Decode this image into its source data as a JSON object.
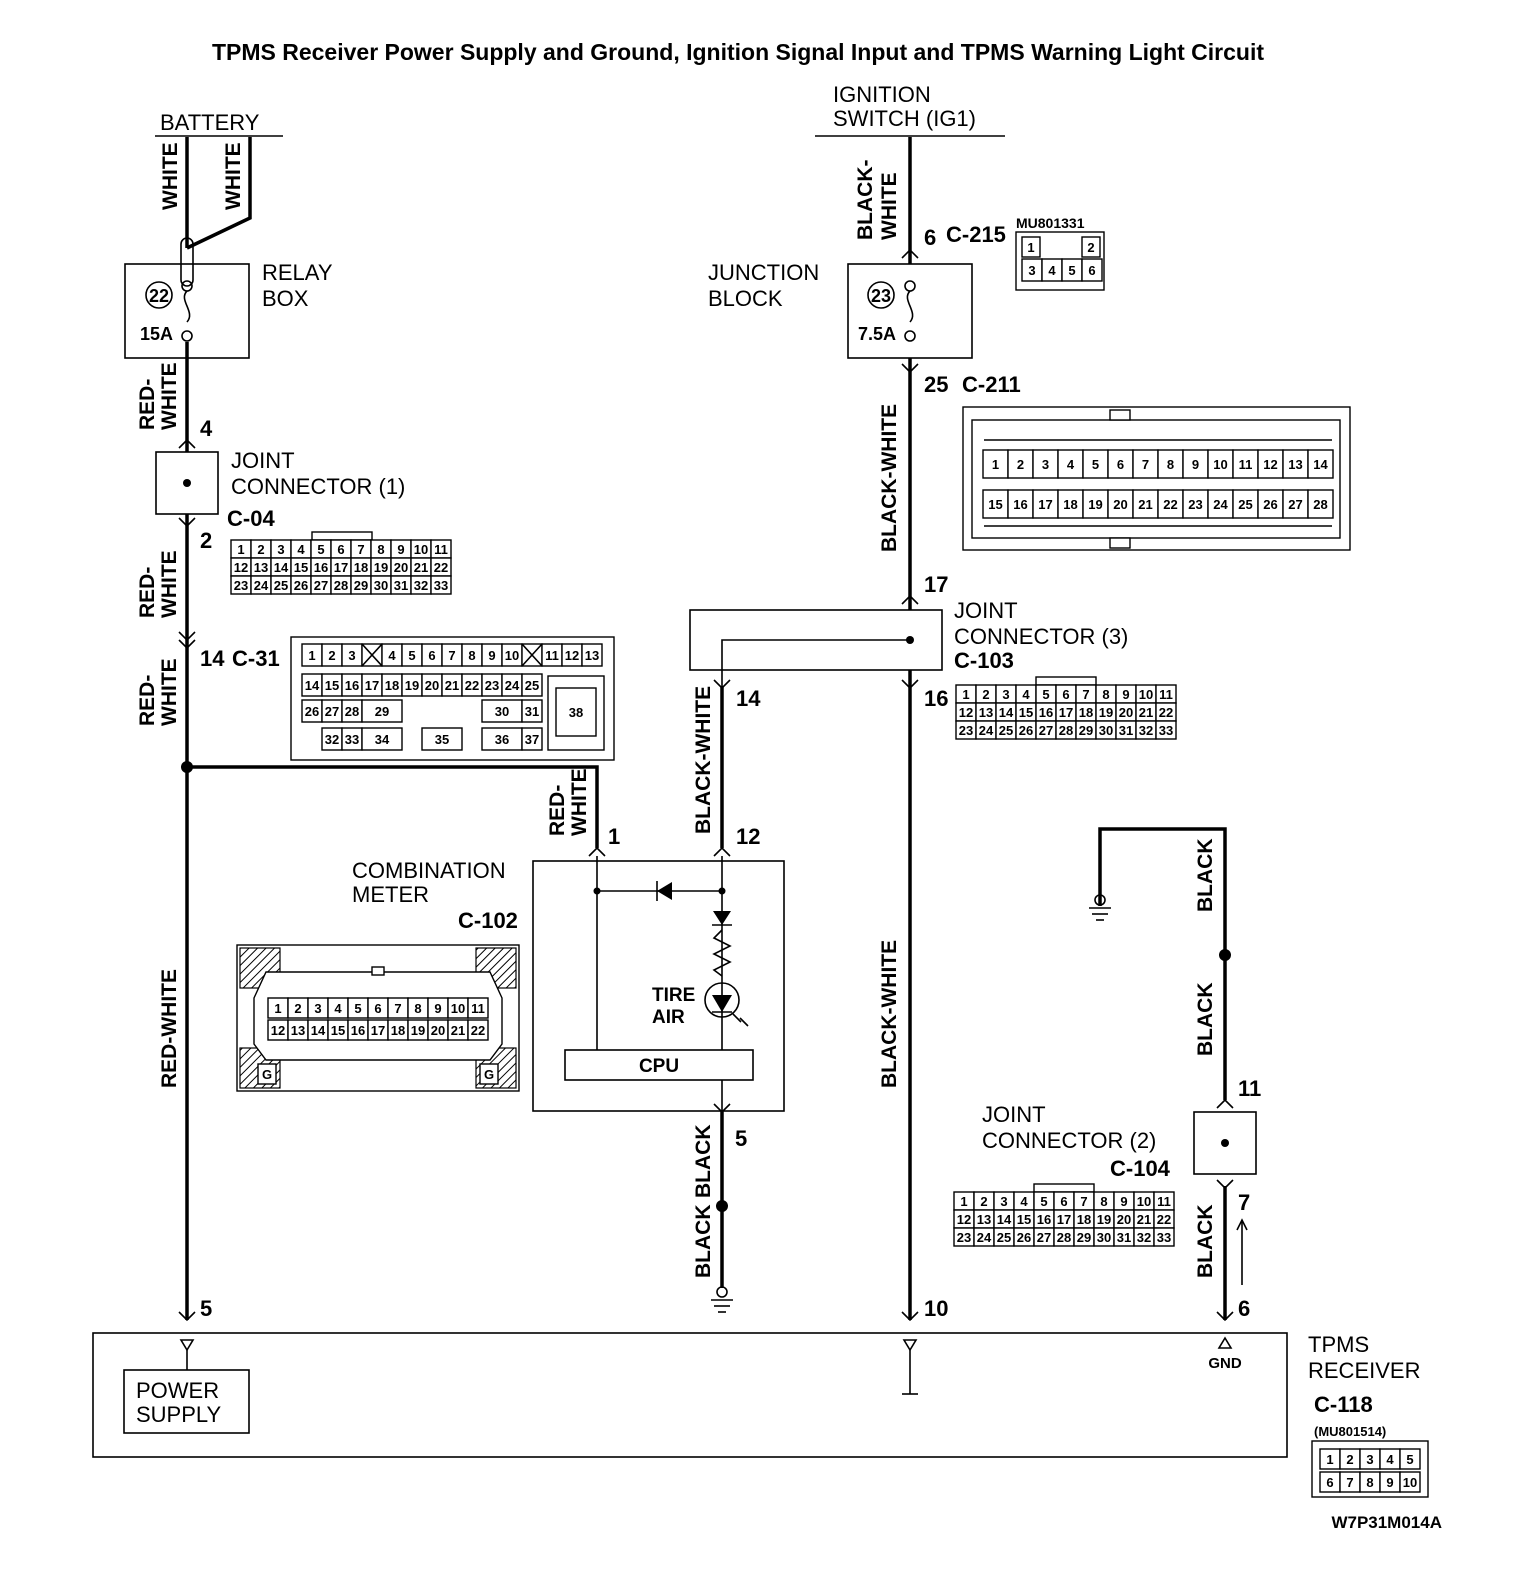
{
  "title": "TPMS Receiver Power Supply and Ground, Ignition Signal Input and TPMS Warning Light Circuit",
  "footer_code": "W7P31M014A",
  "sources": {
    "battery": "BATTERY",
    "ignition_line1": "IGNITION",
    "ignition_line2": "SWITCH (IG1)"
  },
  "components": {
    "relay_box_line1": "RELAY",
    "relay_box_line2": "BOX",
    "relay_fuse_no": "22",
    "relay_fuse_rating": "15A",
    "junction_block_line1": "JUNCTION",
    "junction_block_line2": "BLOCK",
    "junction_fuse_no": "23",
    "junction_fuse_rating": "7.5A",
    "joint1_line1": "JOINT",
    "joint1_line2": "CONNECTOR (1)",
    "joint2_line1": "JOINT",
    "joint2_line2": "CONNECTOR (2)",
    "joint3_line1": "JOINT",
    "joint3_line2": "CONNECTOR (3)",
    "meter_line1": "COMBINATION",
    "meter_line2": "METER",
    "tire_line1": "TIRE",
    "tire_line2": "AIR",
    "cpu": "CPU",
    "receiver_line1": "TPMS",
    "receiver_line2": "RECEIVER",
    "power_line1": "POWER",
    "power_line2": "SUPPLY",
    "gnd": "GND"
  },
  "connectors": {
    "c215": "C-215",
    "c215_part": "MU801331",
    "c211": "C-211",
    "c04": "C-04",
    "c31": "C-31",
    "c103": "C-103",
    "c102": "C-102",
    "c104": "C-104",
    "c118": "C-118",
    "c118_part": "(MU801514)"
  },
  "pins": {
    "p6_c215": "6",
    "p25_c211": "25",
    "p4": "4",
    "p2": "2",
    "p14_c31": "14",
    "p17": "17",
    "p14_c103": "14",
    "p16": "16",
    "p1": "1",
    "p12": "12",
    "p5_meter": "5",
    "p11": "11",
    "p7": "7",
    "p6_rx": "6",
    "p5_rx": "5",
    "p10_rx": "10"
  },
  "wires": {
    "white": "WHITE",
    "red": "RED-",
    "white2": "WHITE",
    "red_white": "RED-WHITE",
    "black": "BLACK-",
    "black_white": "BLACK-WHITE",
    "blk": "BLACK"
  },
  "pin_grids": {
    "c215": [
      [
        "1",
        "",
        "2"
      ],
      [
        "3",
        "4",
        "5",
        "6"
      ]
    ],
    "c04_row1": [
      "1",
      "2",
      "3",
      "4",
      "5",
      "6",
      "7",
      "8",
      "9",
      "10",
      "11"
    ],
    "c04_row2": [
      "12",
      "13",
      "14",
      "15",
      "16",
      "17",
      "18",
      "19",
      "20",
      "21",
      "22"
    ],
    "c04_row3": [
      "23",
      "24",
      "25",
      "26",
      "27",
      "28",
      "29",
      "30",
      "31",
      "32",
      "33"
    ],
    "c211_row1": [
      "1",
      "2",
      "3",
      "4",
      "5",
      "6",
      "7",
      "8",
      "9",
      "10",
      "11",
      "12",
      "13",
      "14"
    ],
    "c211_row2": [
      "15",
      "16",
      "17",
      "18",
      "19",
      "20",
      "21",
      "22",
      "23",
      "24",
      "25",
      "26",
      "27",
      "28"
    ],
    "c31_row1": [
      "1",
      "2",
      "3",
      "4",
      "5",
      "6",
      "7",
      "8",
      "9",
      "10",
      "11",
      "12",
      "13"
    ],
    "c31_row2": [
      "14",
      "15",
      "16",
      "17",
      "18",
      "19",
      "20",
      "21",
      "22",
      "23",
      "24",
      "25"
    ],
    "c31_row3": [
      "26",
      "27",
      "28",
      "29",
      "30",
      "31"
    ],
    "c31_row4": [
      "32",
      "33",
      "34",
      "35",
      "36",
      "37"
    ],
    "c31_big": "38",
    "c102_row1": [
      "1",
      "2",
      "3",
      "4",
      "5",
      "6",
      "7",
      "8",
      "9",
      "10",
      "11"
    ],
    "c102_row2": [
      "12",
      "13",
      "14",
      "15",
      "16",
      "17",
      "18",
      "19",
      "20",
      "21",
      "22"
    ],
    "c102_g": "G",
    "c118_row1": [
      "1",
      "2",
      "3",
      "4",
      "5"
    ],
    "c118_row2": [
      "6",
      "7",
      "8",
      "9",
      "10"
    ]
  }
}
